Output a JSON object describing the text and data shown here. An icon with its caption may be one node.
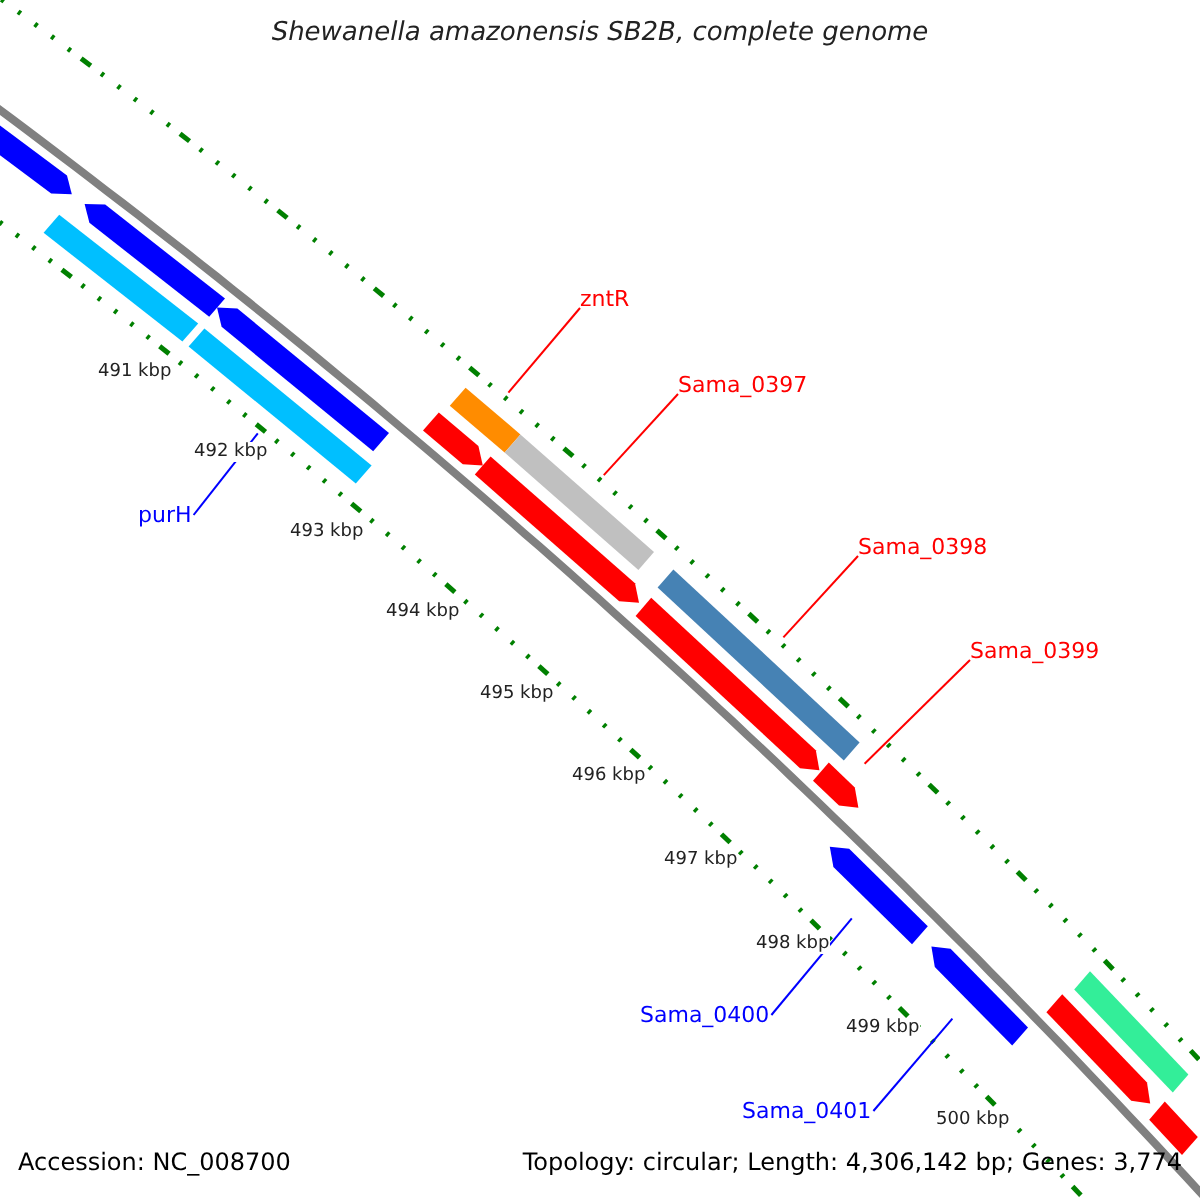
{
  "diagram": {
    "title": "Shewanella amazonensis SB2B, complete genome",
    "nodes": [
      {
        "text": [
          "zntR"
        ]
      },
      {
        "text": [
          "Sama_0397"
        ]
      },
      {
        "text": [
          "purH"
        ]
      },
      {
        "text": [
          "Sama_0398"
        ]
      },
      {
        "text": [
          "Sama_0399"
        ]
      },
      {
        "text": [
          "Sama_0400"
        ]
      },
      {
        "text": [
          "Sama_0401"
        ]
      },
      {
        "text": [],
        "shape": "bar"
      },
      {
        "text": [],
        "shape": "bar"
      },
      {
        "text": [],
        "shape": "bar"
      },
      {
        "text": [],
        "shape": "bar"
      },
      {
        "text": [],
        "shape": "bar"
      },
      {
        "text": [],
        "shape": "bar"
      },
      {
        "text": [],
        "shape": "bar"
      },
      {
        "text": [],
        "shape": "bar"
      },
      {
        "text": [],
        "shape": "bar"
      },
      {
        "text": [],
        "shape": "bar"
      },
      {
        "text": [],
        "shape": "bar"
      },
      {
        "text": [],
        "shape": "bar"
      },
      {
        "text": [],
        "shape": "bar"
      },
      {
        "text": [],
        "shape": "bar"
      },
      {
        "text": [],
        "shape": "bar"
      },
      {
        "text": [],
        "shape": "bar"
      },
      {
        "text": [],
        "shape": "bar"
      }
    ],
    "edges": [
      {
        "from": 0,
        "to": 13,
        "arrow": "none"
      },
      {
        "from": 1,
        "to": 15,
        "arrow": "none"
      },
      {
        "from": 2,
        "to": 11,
        "arrow": "none",
        "color": "#0000ff"
      },
      {
        "from": 3,
        "to": 17,
        "arrow": "none"
      },
      {
        "from": 4,
        "to": 18,
        "arrow": "none"
      },
      {
        "from": 5,
        "to": 19,
        "arrow": "none",
        "color": "#0000ff"
      },
      {
        "from": 6,
        "to": 20,
        "arrow": "none",
        "color": "#0000ff"
      }
    ],
    "labels": [
      "491 kbp",
      "492 kbp",
      "493 kbp",
      "494 kbp",
      "495 kbp",
      "496 kbp",
      "497 kbp",
      "498 kbp",
      "499 kbp",
      "500 kbp",
      "Accession: NC_008700",
      "Topology: circular; Length: 4,306,142 bp; Genes: 3,774"
    ]
  }
}
